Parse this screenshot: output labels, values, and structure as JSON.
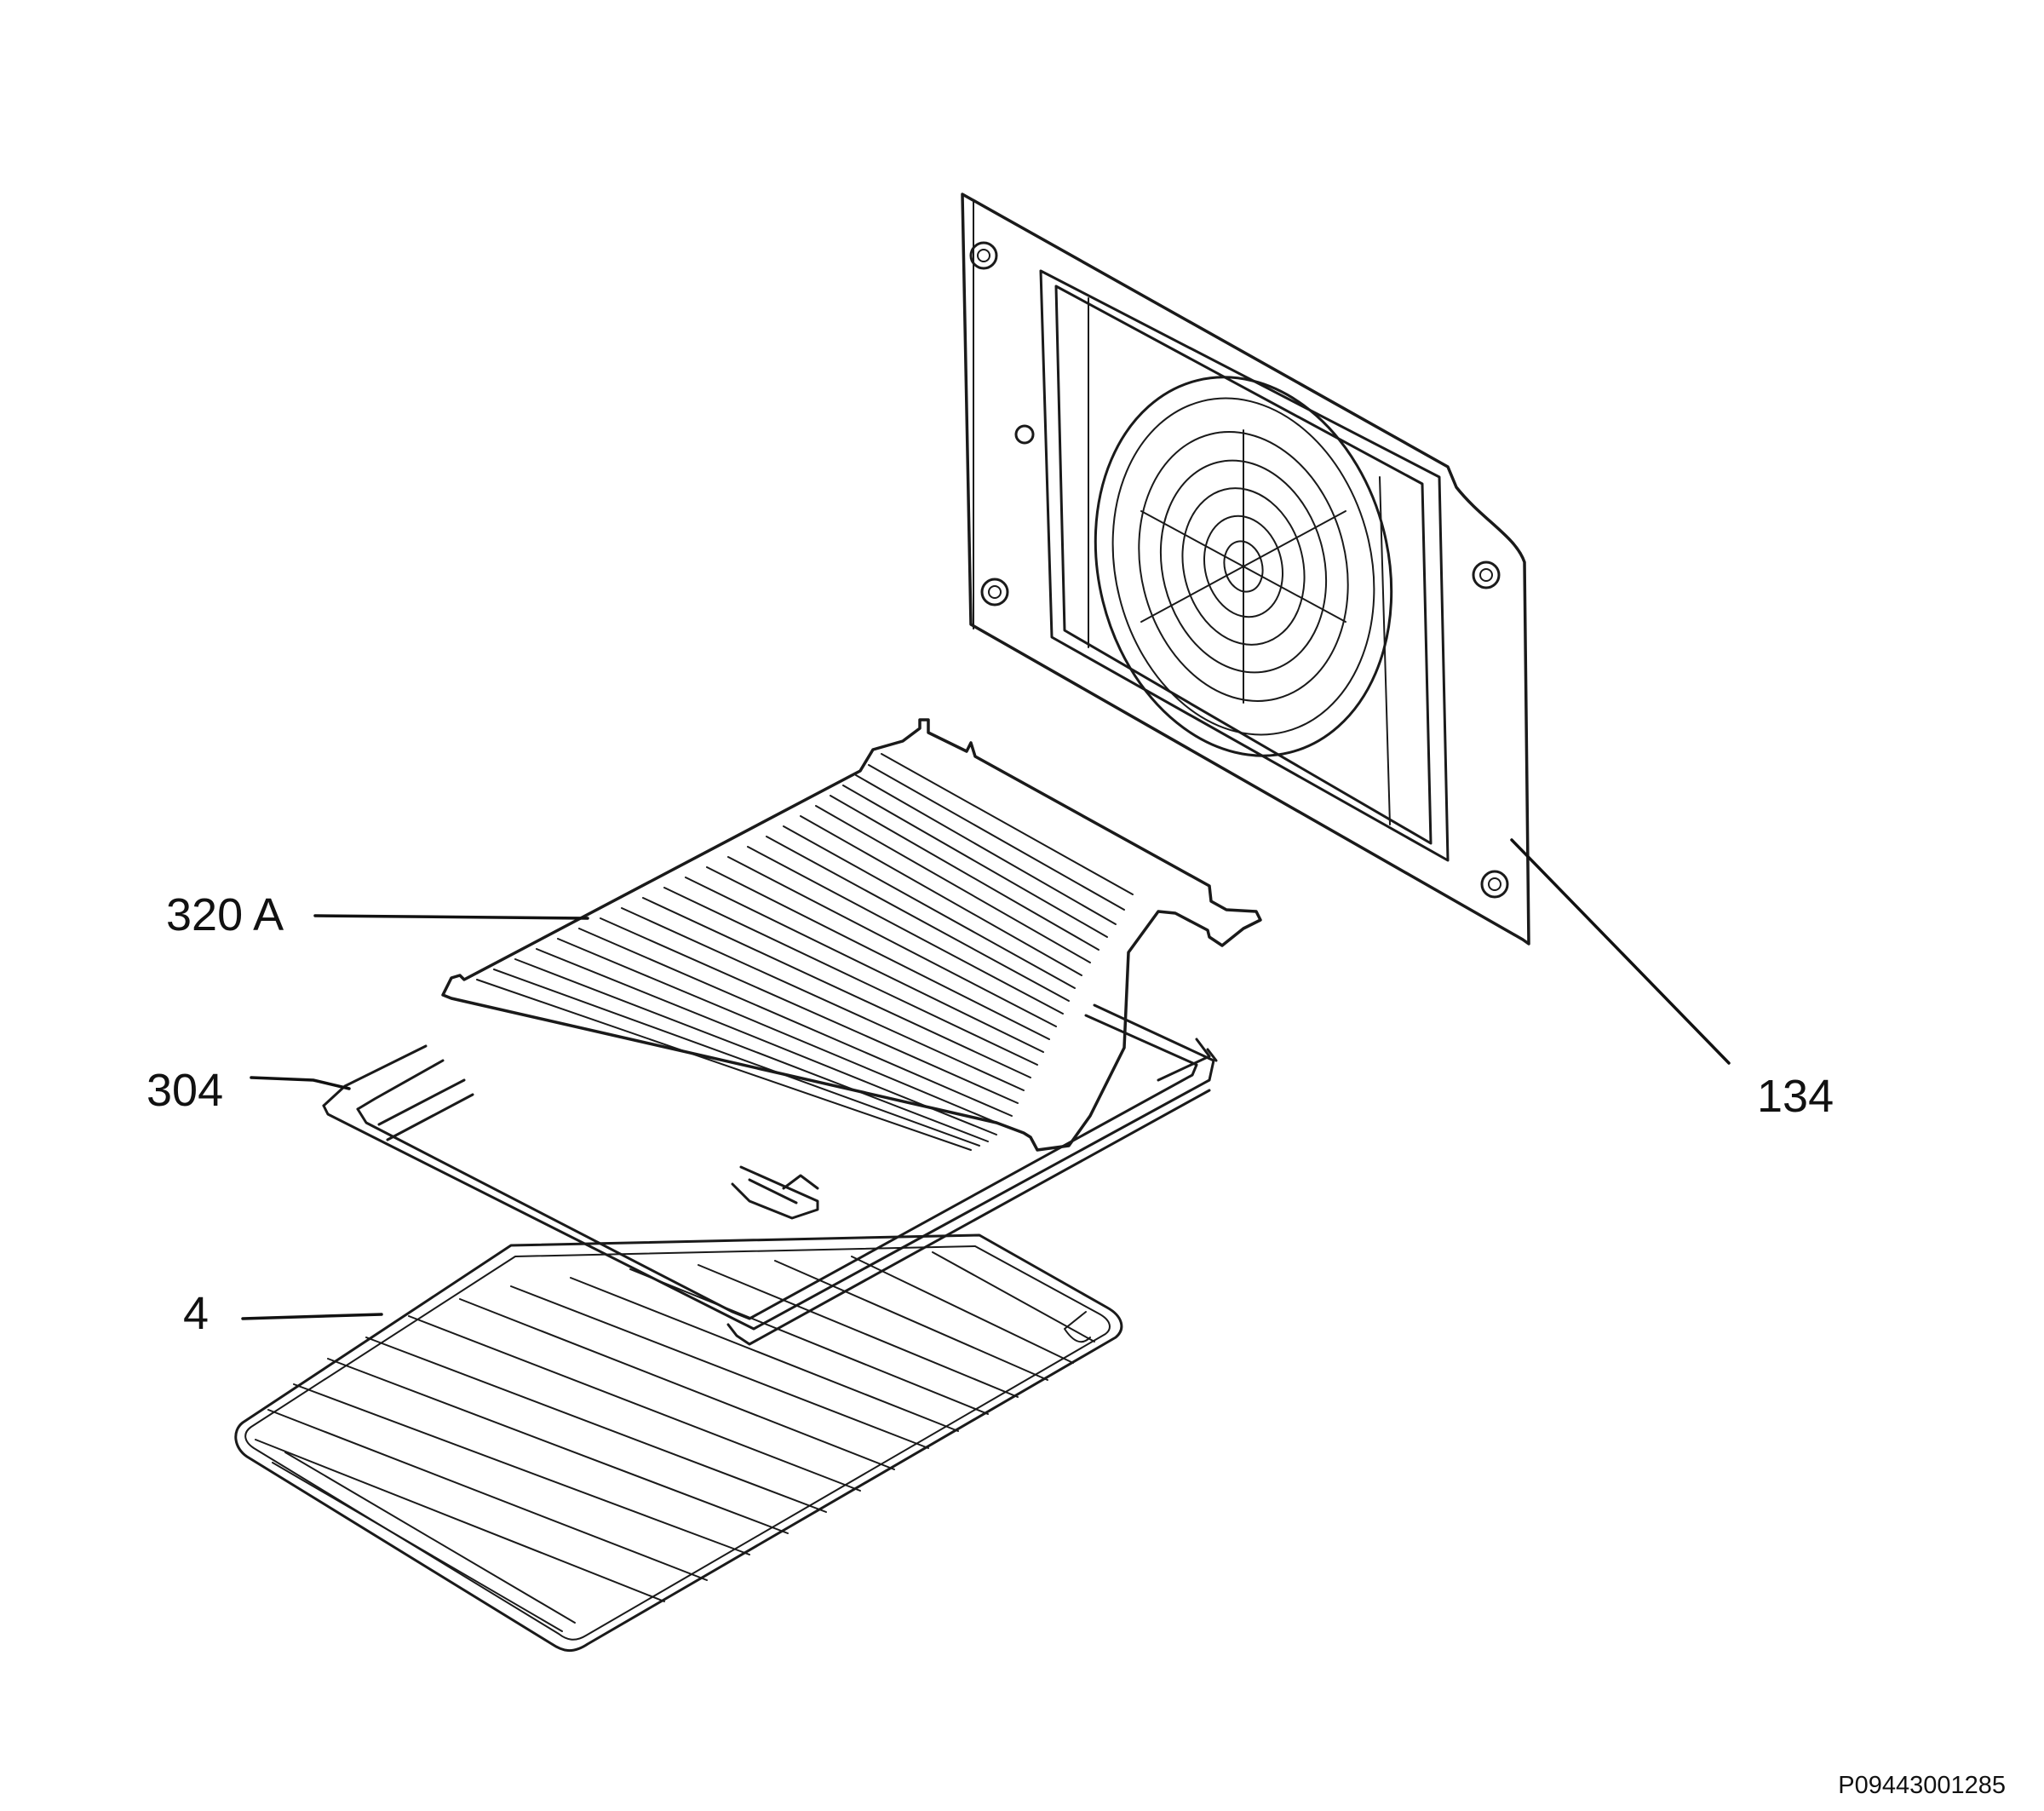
{
  "labels": {
    "part_320a": "320 A",
    "part_304": "304",
    "part_4": "4",
    "part_134": "134"
  },
  "reference_code": "P09443001285",
  "colors": {
    "line": "#1a1a1a",
    "background": "#ffffff"
  }
}
